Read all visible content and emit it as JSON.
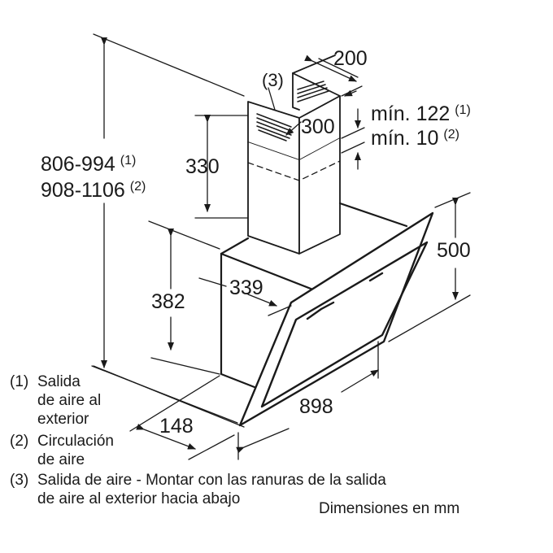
{
  "diagram": {
    "type": "technical-dimension-drawing",
    "subject": "angled wall-mounted cooker hood"
  },
  "dimensions": {
    "chimney_width": "200",
    "chimney_depth": "300",
    "chimney_label": "(3)",
    "clearance_1": "mín. 122",
    "clearance_1_note": "(1)",
    "clearance_2": "mín. 10",
    "clearance_2_note": "(2)",
    "chimney_height": "330",
    "total_height_1": "806-994",
    "total_height_1_note": "(1)",
    "total_height_2": "908-1106",
    "total_height_2_note": "(2)",
    "body_height": "382",
    "body_depth": "339",
    "glass_height": "500",
    "base_depth": "148",
    "width": "898"
  },
  "legend": [
    {
      "num": "(1)",
      "lines": [
        "Salida",
        "de aire al",
        "exterior"
      ]
    },
    {
      "num": "(2)",
      "lines": [
        "Circulación",
        "de aire"
      ]
    },
    {
      "num": "(3)",
      "lines": [
        "Salida de aire - Montar con las ranuras de la salida",
        "de aire al exterior hacia abajo"
      ]
    }
  ],
  "units_note": "Dimensiones en mm"
}
